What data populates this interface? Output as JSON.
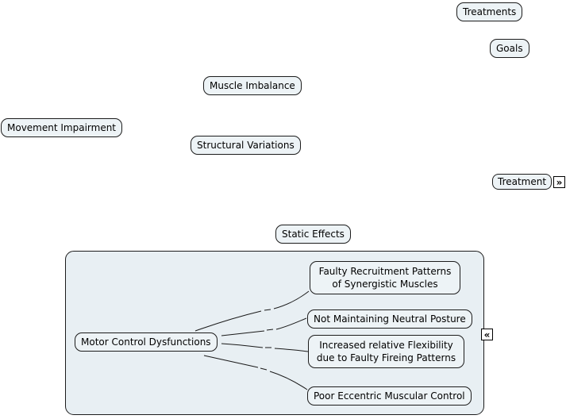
{
  "app": {
    "view": "mind-map-canvas",
    "background": "#ffffff"
  },
  "colors": {
    "node_fill": "#edf3f6",
    "group_fill": "#e8eff3",
    "border": "#1c1c1c",
    "text": "#000000",
    "edge": "#1a1a1a"
  },
  "floating_nodes": {
    "treatments": {
      "label": "Treatments"
    },
    "goals": {
      "label": "Goals"
    },
    "muscle_imbalance": {
      "label": "Muscle Imbalance"
    },
    "movement_impairment": {
      "label": "Movement Impairment"
    },
    "structural_variations": {
      "label": "Structural Variations"
    },
    "treatment": {
      "label": "Treatment"
    },
    "static_effects": {
      "label": "Static Effects"
    }
  },
  "group": {
    "parent": {
      "label": "Motor Control Dysfunctions"
    },
    "children": {
      "faulty_recruitment": {
        "label": [
          "Faulty Recruitment Patterns",
          "of Synergistic Muscles"
        ]
      },
      "neutral_posture": {
        "label": "Not Maintaining Neutral Posture"
      },
      "relative_flexibility": {
        "label": [
          "Increased relative Flexibility",
          "due to Faulty Fireing Patterns"
        ]
      },
      "eccentric_control": {
        "label": "Poor Eccentric Muscular Control"
      }
    }
  },
  "icons": {
    "treatment_unfold_glyph": "»",
    "group_fold_glyph": "«"
  }
}
